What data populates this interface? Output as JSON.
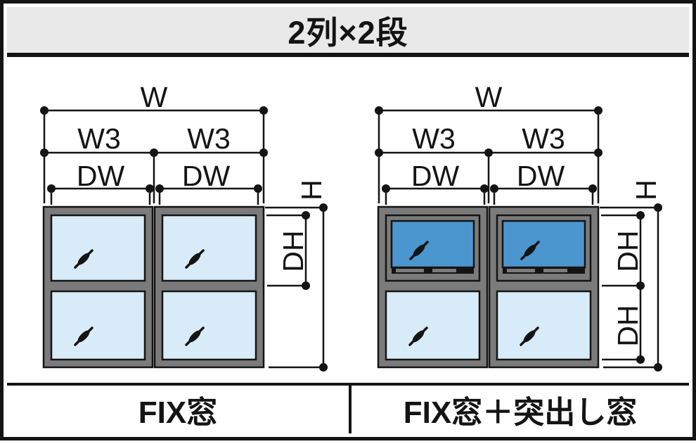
{
  "header": {
    "title": "2列×2段"
  },
  "diagram": {
    "type": "window-configuration-drawing",
    "grid": {
      "columns": 2,
      "rows": 2
    },
    "colors": {
      "glass_fix": "#d8ebf8",
      "glass_projected": "#4b96ce",
      "frame_gray": "#7b7b7b",
      "line": "#141414",
      "header_bg": "#e9e9e9"
    },
    "panels": [
      {
        "caption": "FIX窓",
        "dim_labels": {
          "overall_width": "W",
          "unit_width_left": "W3",
          "unit_width_right": "W3",
          "daylight_width_left": "DW",
          "daylight_width_right": "DW",
          "overall_height": "H",
          "daylight_height_top": "DH"
        }
      },
      {
        "caption": "FIX窓＋突出し窓",
        "dim_labels": {
          "overall_width": "W",
          "unit_width_left": "W3",
          "unit_width_right": "W3",
          "daylight_width_left": "DW",
          "daylight_width_right": "DW",
          "overall_height": "H",
          "daylight_height_top": "DH",
          "daylight_height_bottom": "DH"
        }
      }
    ]
  }
}
